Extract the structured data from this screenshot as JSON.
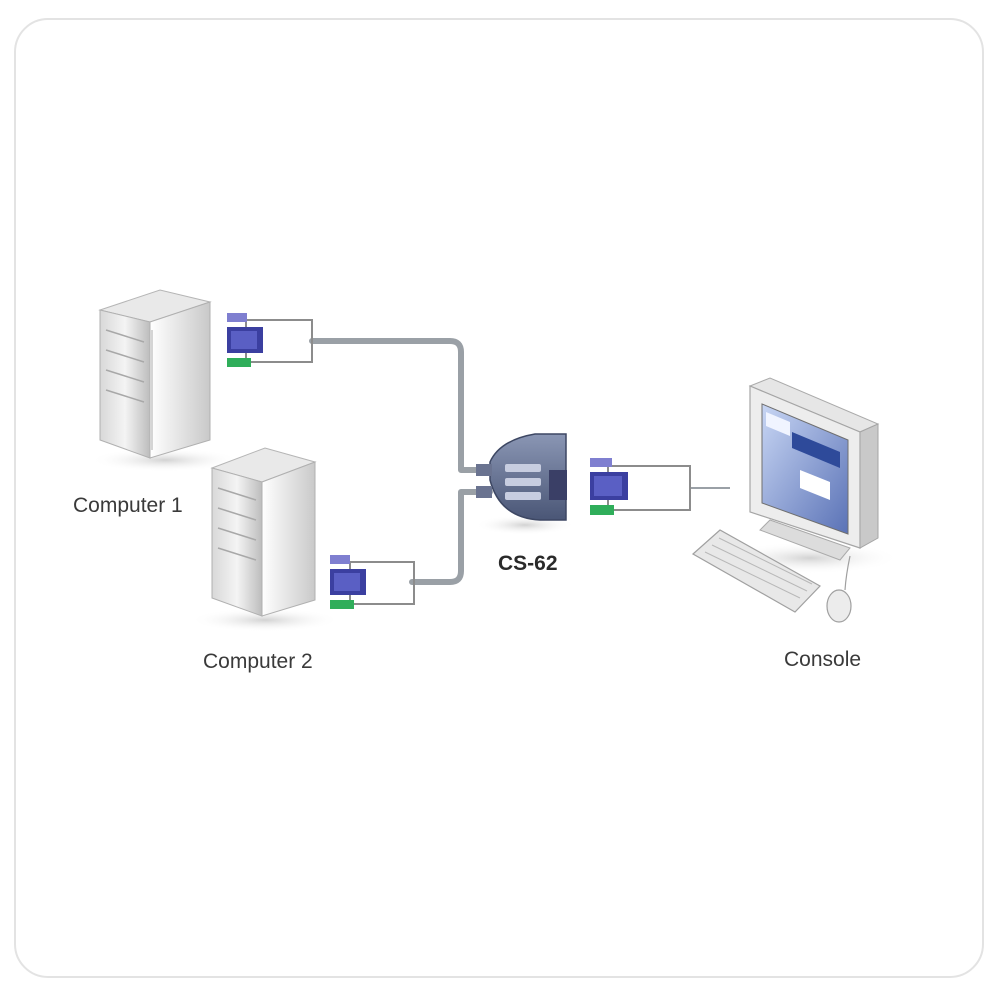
{
  "labels": {
    "computer1": "Computer 1",
    "computer2": "Computer 2",
    "switch": "CS-62",
    "console": "Console"
  },
  "icons": {
    "computer1": "tower-pc-icon",
    "computer2": "tower-pc-icon",
    "switch": "kvm-switch-icon",
    "monitor": "monitor-icon",
    "keyboard": "keyboard-icon",
    "mouse": "mouse-icon",
    "connector": "vga-ps2-connector-icon"
  },
  "colors": {
    "vga_connector": "#3b3fa0",
    "ps2_keyboard": "#7f7fd0",
    "ps2_mouse": "#2fae5a",
    "cable": "#9aa0a6",
    "switch_body": "#5c6a8c",
    "frame_border": "#e3e3e3"
  }
}
